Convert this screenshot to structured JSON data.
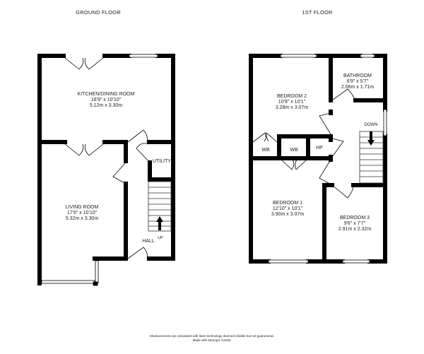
{
  "floors": [
    {
      "title": "GROUND FLOOR",
      "rooms": [
        {
          "name": "KITCHEN/DINING ROOM",
          "imperial": "16'9\"  x 10'10\"",
          "metric": "5.12m  x 3.30m"
        },
        {
          "name": "LIVING ROOM",
          "imperial": "17'6\"  x 10'10\"",
          "metric": "5.32m  x 3.30m"
        },
        {
          "name": "UTILITY"
        },
        {
          "name": "HALL"
        }
      ],
      "stairs_label": "UP"
    },
    {
      "title": "1ST FLOOR",
      "rooms": [
        {
          "name": "BEDROOM 2",
          "imperial": "10'9\"  x 10'1\"",
          "metric": "3.28m  x 3.07m"
        },
        {
          "name": "BATHROOM",
          "imperial": "6'9\"  x 5'7\"",
          "metric": "2.06m  x 1.71m"
        },
        {
          "name": "BEDROOM 1",
          "imperial": "12'10\"  x 10'1\"",
          "metric": "3.90m  x 3.07m"
        },
        {
          "name": "BEDROOM 3",
          "imperial": "9'6\"  x 7'7\"",
          "metric": "2.91m  x 2.32m"
        },
        {
          "name": "WB"
        },
        {
          "name": "WB"
        },
        {
          "name": "HP"
        }
      ],
      "stairs_label": "DOWN"
    }
  ],
  "footer": {
    "line1": "Measurements are calculated with laser technology deemed reliable but not guaranteed.",
    "line2": "Made with Metropix ©2025."
  }
}
